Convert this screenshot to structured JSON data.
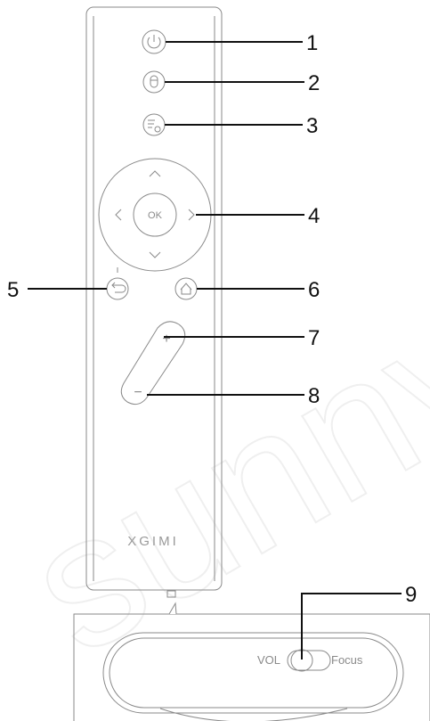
{
  "callouts": [
    "1",
    "2",
    "3",
    "4",
    "5",
    "6",
    "7",
    "8",
    "9"
  ],
  "dpad": {
    "ok_label": "OK"
  },
  "volume": {
    "plus": "+",
    "minus": "−"
  },
  "brand": "XGIMI",
  "switch": {
    "left_label": "VOL",
    "right_label": "Focus"
  },
  "watermark": "sunny"
}
